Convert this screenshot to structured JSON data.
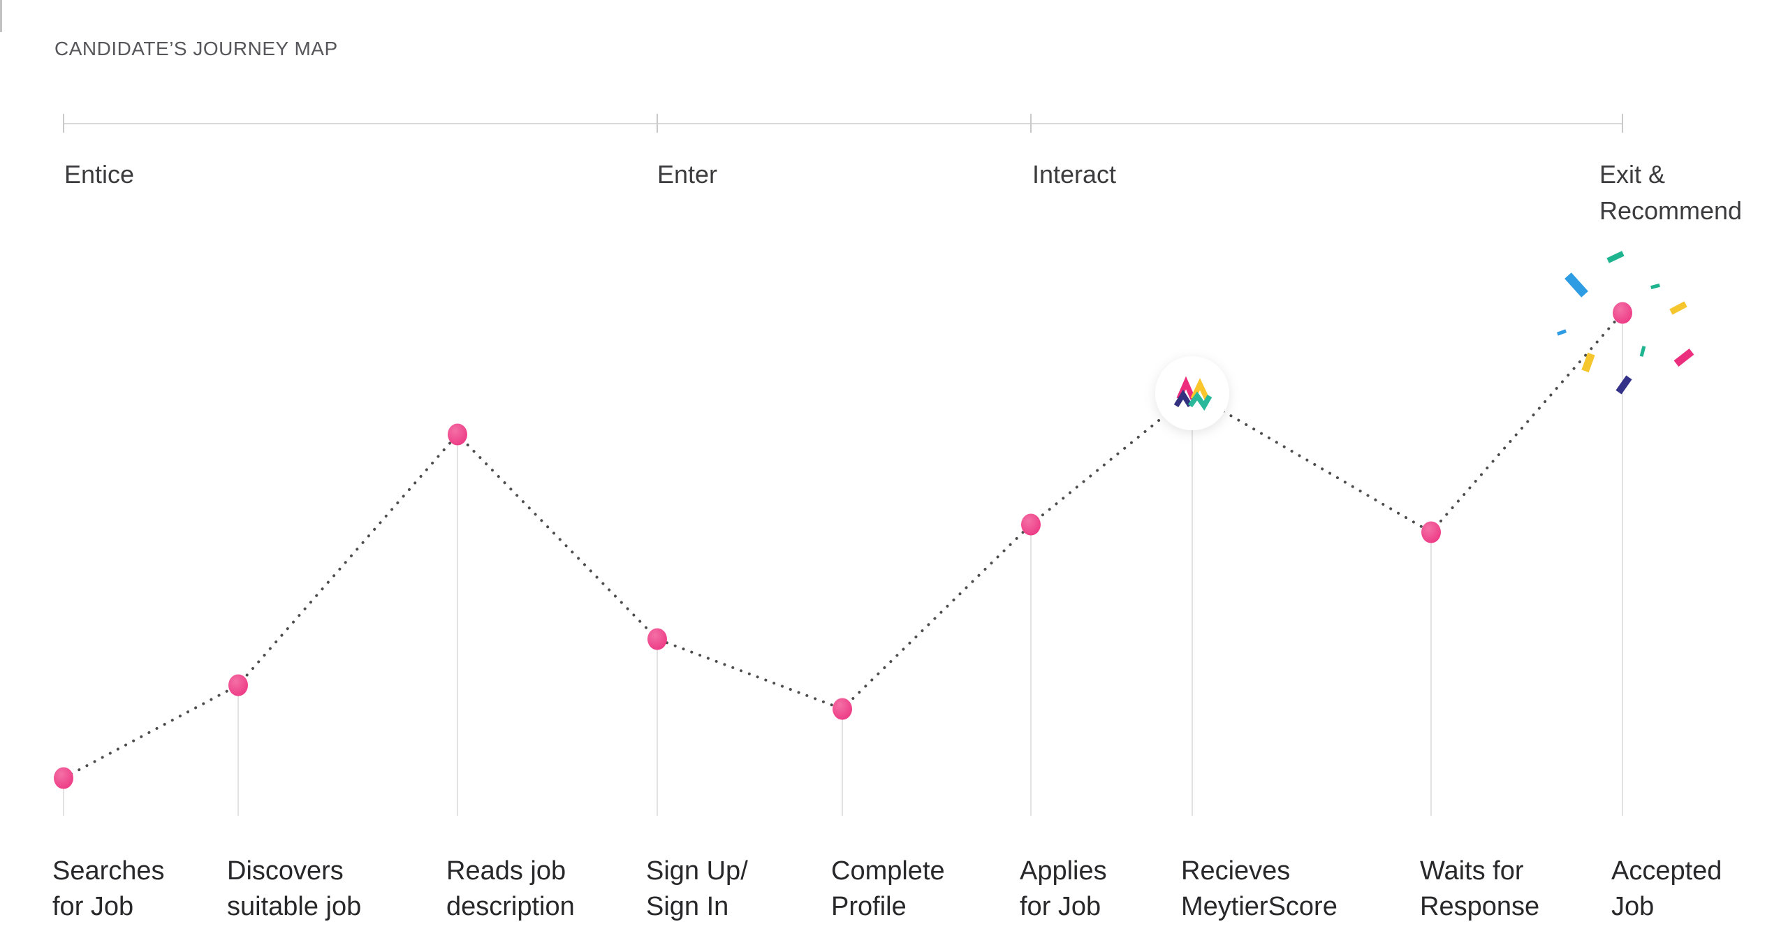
{
  "title": "CANDIDATE’S JOURNEY MAP",
  "phases": [
    {
      "id": "entice",
      "label": "Entice"
    },
    {
      "id": "enter",
      "label": "Enter"
    },
    {
      "id": "interact",
      "label": "Interact"
    },
    {
      "id": "exit-recommend",
      "label": "Exit & Recommend"
    }
  ],
  "journey": {
    "points": [
      {
        "id": "searches-for-job",
        "label_line1": "Searches",
        "label_line2": "for Job"
      },
      {
        "id": "discovers-suitable-job",
        "label_line1": "Discovers",
        "label_line2": "suitable job"
      },
      {
        "id": "reads-job-description",
        "label_line1": "Reads job",
        "label_line2": "description"
      },
      {
        "id": "sign-up-sign-in",
        "label_line1": "Sign Up/",
        "label_line2": "Sign In"
      },
      {
        "id": "complete-profile",
        "label_line1": "Complete",
        "label_line2": "Profile"
      },
      {
        "id": "applies-for-job",
        "label_line1": "Applies",
        "label_line2": "for Job"
      },
      {
        "id": "recieves-meytierscore",
        "label_line1": "Recieves",
        "label_line2": "MeytierScore",
        "marker": "meytier-logo"
      },
      {
        "id": "waits-for-response",
        "label_line1": "Waits for",
        "label_line2": "Response"
      },
      {
        "id": "accepted-job",
        "label_line1": "Accepted",
        "label_line2": "Job",
        "decoration": "confetti"
      }
    ]
  },
  "colors": {
    "dot_pink": "#EC3180",
    "dot_pink_light": "#F470A5",
    "logo_pink": "#ED2C7D",
    "logo_yellow": "#FBC62B",
    "logo_navy": "#32307F",
    "logo_teal": "#29B99A",
    "confetti_teal": "#1FB490",
    "confetti_blue": "#2E9CE3",
    "confetti_yellow": "#F6C62F",
    "confetti_pink": "#EB2F7E",
    "confetti_navy": "#333188",
    "timeline_gray": "#D9D9D9",
    "tick_gray": "#C9C9C9",
    "dotted_gray": "#4D4D4D",
    "stem_gray": "#E2E2E2",
    "circle_white": "#FFFFFF"
  }
}
